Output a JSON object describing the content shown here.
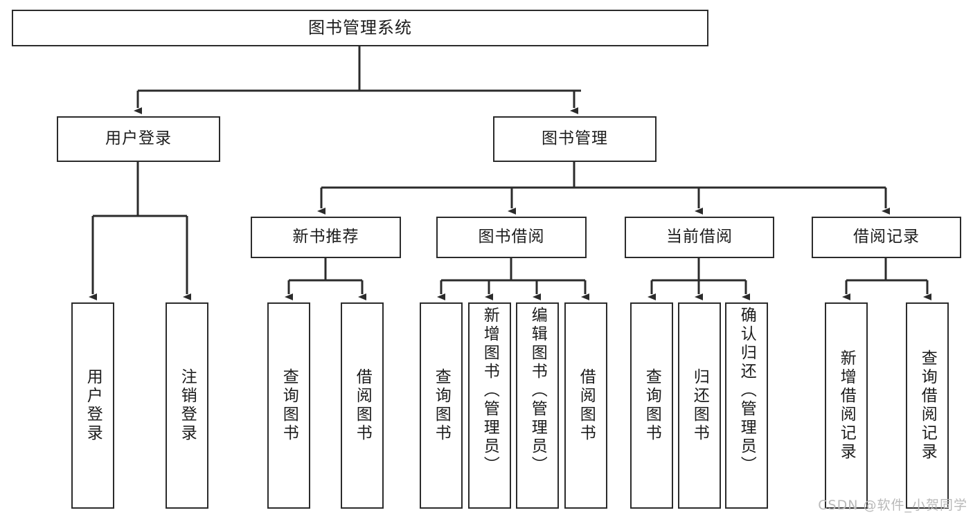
{
  "diagram": {
    "title": "图书管理系统",
    "type": "功能结构图",
    "root": {
      "id": "root",
      "label": "图书管理系统"
    },
    "level2": [
      {
        "id": "user-login",
        "label": "用户登录"
      },
      {
        "id": "book-manage",
        "label": "图书管理"
      }
    ],
    "level3": [
      {
        "id": "new-book-recommend",
        "label": "新书推荐"
      },
      {
        "id": "book-borrow",
        "label": "图书借阅"
      },
      {
        "id": "current-borrow",
        "label": "当前借阅"
      },
      {
        "id": "borrow-record",
        "label": "借阅记录"
      }
    ],
    "leaves": {
      "user_login": [
        {
          "id": "leaf-user-login",
          "label": "用户登录"
        },
        {
          "id": "leaf-user-logout",
          "label": "注销登录"
        }
      ],
      "new_book_recommend": [
        {
          "id": "leaf-query-book-1",
          "label": "查询图书"
        },
        {
          "id": "leaf-borrow-book-1",
          "label": "借阅图书"
        }
      ],
      "book_borrow": [
        {
          "id": "leaf-query-book-2",
          "label": "查询图书"
        },
        {
          "id": "leaf-add-book",
          "label": "新增图书（管理员）"
        },
        {
          "id": "leaf-edit-book",
          "label": "编辑图书（管理员）"
        },
        {
          "id": "leaf-borrow-book-2",
          "label": "借阅图书"
        }
      ],
      "current_borrow": [
        {
          "id": "leaf-query-book-3",
          "label": "查询图书"
        },
        {
          "id": "leaf-return-book",
          "label": "归还图书"
        },
        {
          "id": "leaf-confirm-return",
          "label": "确认归还（管理员）"
        }
      ],
      "borrow_record": [
        {
          "id": "leaf-add-record",
          "label": "新增借阅记录"
        },
        {
          "id": "leaf-query-record",
          "label": "查询借阅记录"
        }
      ]
    }
  },
  "watermark": {
    "text": "CSDN @软件_小贺同学"
  },
  "colors": {
    "stroke": "#2b2b2b",
    "background": "#ffffff",
    "text": "#1c1c1c",
    "watermark": "#b9b9b9"
  }
}
